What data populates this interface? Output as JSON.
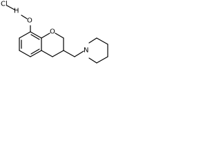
{
  "molecule": {
    "atoms": {
      "chlorine": "Cl",
      "hydrogen": "H",
      "methoxy_oxygen": "O",
      "ring_oxygen": "O",
      "piperidine_nitrogen": "N"
    },
    "colors": {
      "bond": "#000000",
      "text": "#000000",
      "background": "#ffffff"
    }
  }
}
